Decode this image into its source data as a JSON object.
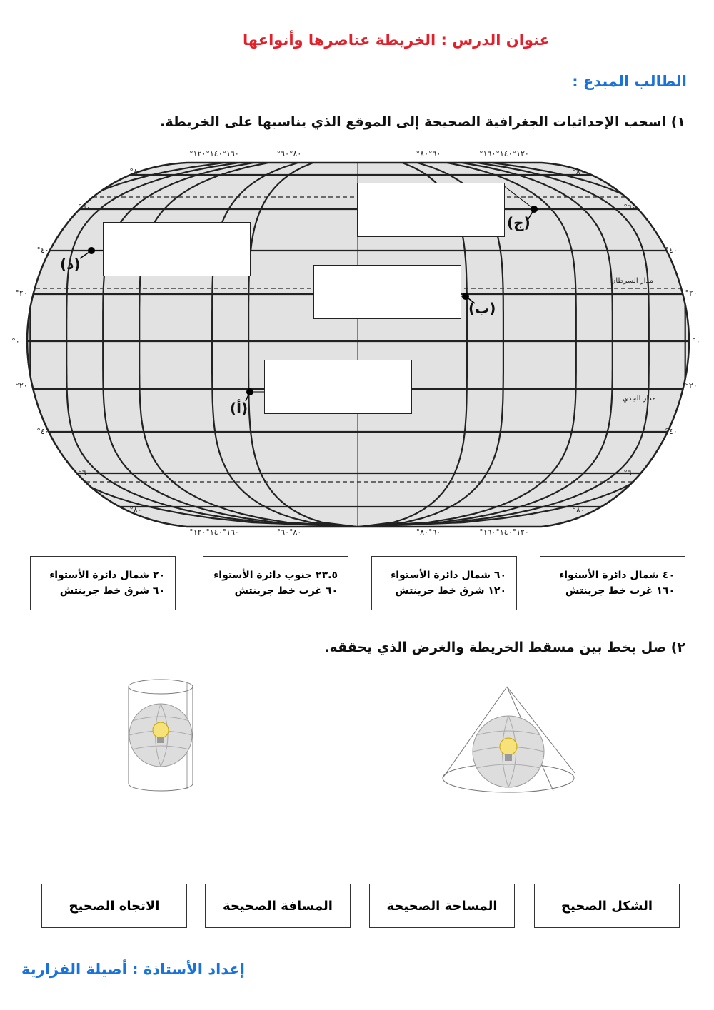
{
  "header": {
    "title": "عنوان الدرس : الخريطة عناصرها وأنواعها",
    "student_label": "الطالب المبدع :"
  },
  "question1": {
    "text": "١) اسحب الإحداثيات الجغرافية الصحيحة إلى الموقع الذي يناسبها على الخريطة.",
    "map": {
      "lat_labels_left": [
        "°٨٠",
        "°٦٠",
        "°٤٠",
        "°٢٠",
        "°٠",
        "°٢٠",
        "°٤٠",
        "°٦٠",
        "°٨٠"
      ],
      "lat_labels_right": [
        "°٨٠",
        "°٦٠",
        "°٤٠",
        "°٢٠",
        "°٠",
        "°٢٠",
        "°٤٠",
        "°٦٠",
        "°٨٠"
      ],
      "lon_labels": [
        "°١٦٠°١٤٠°١٢٠",
        "°٨٠°٦٠",
        "°٦٠°٨٠",
        "°١٢٠°١٤٠°١٦٠"
      ],
      "tropic_cancer": "مدار السرطان",
      "tropic_capricorn": "مدار الجدي",
      "points": {
        "a": "(أ)",
        "b": "(ب)",
        "c": "(ج)",
        "d": "(د)"
      }
    },
    "coordinates": [
      {
        "line1": "٤٠ شمال دائرة الأستواء",
        "line2": "١٦٠ غرب خط جرينتش"
      },
      {
        "line1": "٦٠ شمال دائرة الأستواء",
        "line2": "١٢٠ شرق خط جرينتش"
      },
      {
        "line1": "٢٣.٥ جنوب دائرة الأستواء",
        "line2": "٦٠ غرب خط جرينتش"
      },
      {
        "line1": "٢٠ شمال دائرة الأستواء",
        "line2": "٦٠ شرق خط جرينتش"
      }
    ]
  },
  "question2": {
    "text": "٢) صل بخط بين مسقط الخريطة والغرض الذي يحققه.",
    "purposes": [
      "الشكل الصحيح",
      "المساحة الصحيحة",
      "المسافة الصحيحة",
      "الاتجاه الصحيح"
    ]
  },
  "footer": {
    "author": "إعداد الأستاذة : أصيلة الفزارية"
  },
  "colors": {
    "title": "#e0202a",
    "blue": "#1a73d8",
    "map_land": "#e2e2e2"
  }
}
